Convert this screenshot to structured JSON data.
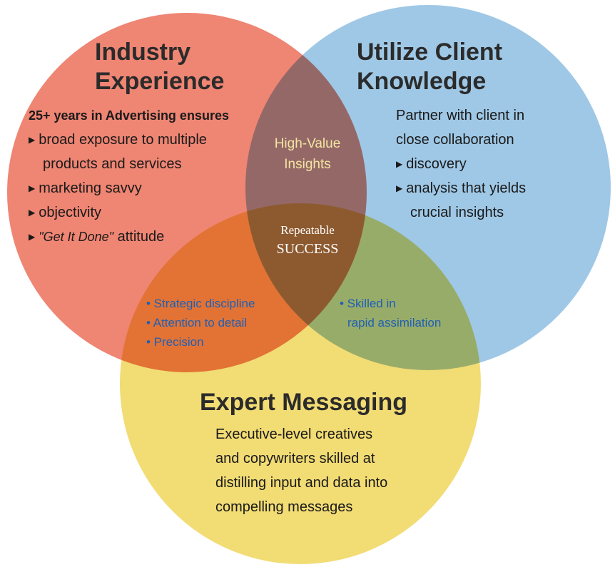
{
  "colors": {
    "industry_circle": "#ef8573",
    "client_circle": "#9fc8e6",
    "messaging_circle": "#f2dc74",
    "overlap_text_blue": "#1f5fb4",
    "high_value_text": "#f2e6a0",
    "center_text": "#ffffff"
  },
  "industry": {
    "title_line1": "Industry",
    "title_line2": "Experience",
    "intro": "25+ years in Advertising ensures",
    "bullets": [
      {
        "line1": "broad exposure to multiple",
        "line2": "products and services"
      },
      {
        "line1": "marketing savvy"
      },
      {
        "line1": "objectivity"
      },
      {
        "italic": "\"Get It Done\"",
        "rest": " attitude"
      }
    ]
  },
  "client": {
    "title_line1": "Utilize Client",
    "title_line2": "Knowledge",
    "intro_line1": "Partner with client in",
    "intro_line2": "close collaboration",
    "bullets": [
      {
        "line1": "discovery"
      },
      {
        "line1": "analysis that yields",
        "line2": "crucial insights"
      }
    ]
  },
  "messaging": {
    "title": "Expert Messaging",
    "lines": [
      "Executive-level creatives",
      "and copywriters skilled at",
      "distilling input and data into",
      "compelling messages"
    ]
  },
  "overlaps": {
    "industry_client_line1": "High-Value",
    "industry_client_line2": "Insights",
    "center_line1": "Repeatable",
    "center_line2": "SUCCESS",
    "industry_messaging": [
      "• Strategic discipline",
      "• Attention to detail",
      "• Precision"
    ],
    "client_messaging_line1": "• Skilled in",
    "client_messaging_line2": "rapid assimilation"
  },
  "icons": {
    "bullet_marker": "triangle-right"
  }
}
